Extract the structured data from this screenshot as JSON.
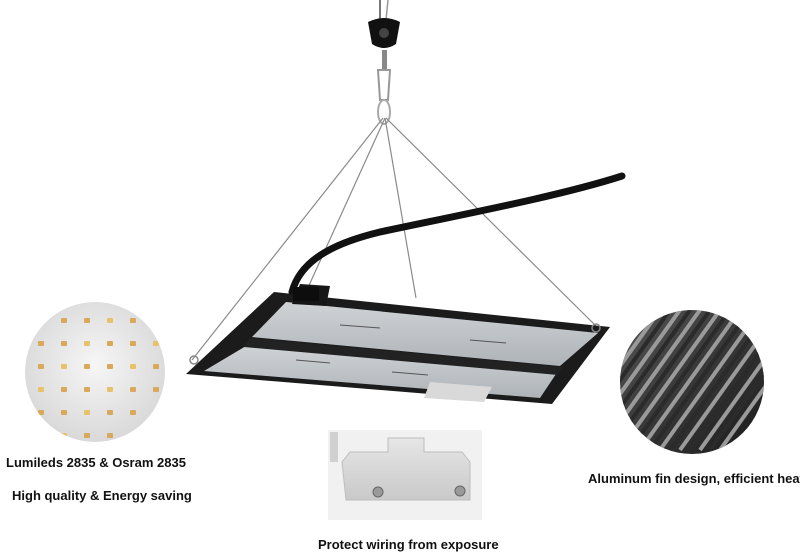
{
  "captions": {
    "leds": "Lumileds 2835 & Osram 2835",
    "quality": "High quality & Energy saving",
    "aluminum": "Aluminum fin design, efficient heat",
    "wiring": "Protect wiring from exposure"
  }
}
